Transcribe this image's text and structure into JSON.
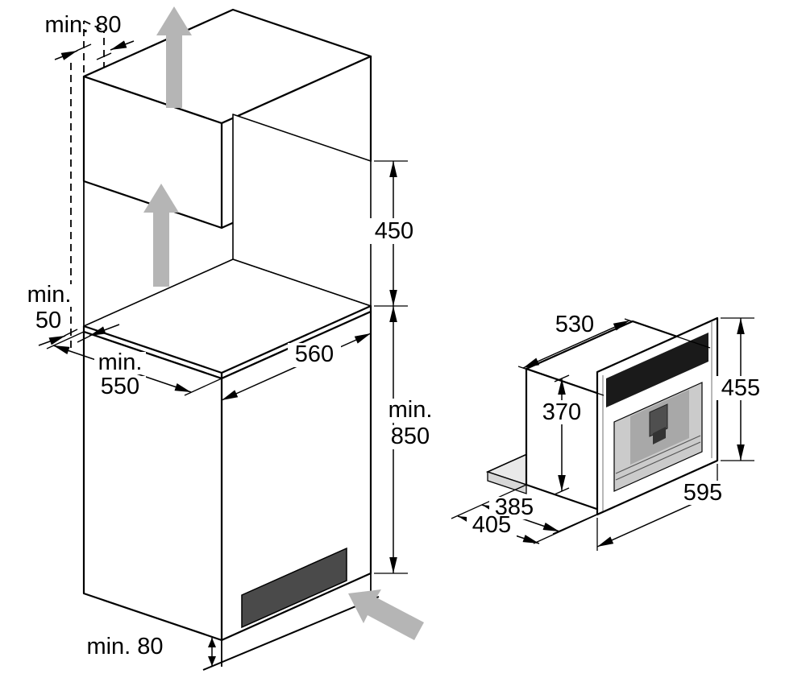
{
  "cabinet": {
    "dims": {
      "top_clearance": "min. 80",
      "niche_height": "450",
      "rear_clearance": {
        "line1": "min.",
        "line2": "50"
      },
      "niche_depth": {
        "line1": "min.",
        "line2": "550"
      },
      "niche_width": "560",
      "height_below_niche": {
        "line1": "min.",
        "line2": "850"
      },
      "bottom_clearance": "min. 80"
    }
  },
  "appliance": {
    "dims": {
      "body_width": "530",
      "body_height": "370",
      "front_height": "455",
      "body_depth": "385",
      "overall_depth": "405",
      "front_width": "595"
    }
  },
  "colors": {
    "airflow_arrow": "#b5b5b5",
    "airflow_arrow_edge": "#9a9a9a",
    "vent_grille": "#4a4a4a",
    "display_panel": "#1a1a1a",
    "recess": "#cbcbcb",
    "recess_back": "#a8a8a8",
    "spout": "#4f4f4f",
    "base_plate": "#e9e9e9",
    "base_plate_side": "#d7d7d7",
    "line": "#000000",
    "background": "#ffffff"
  }
}
